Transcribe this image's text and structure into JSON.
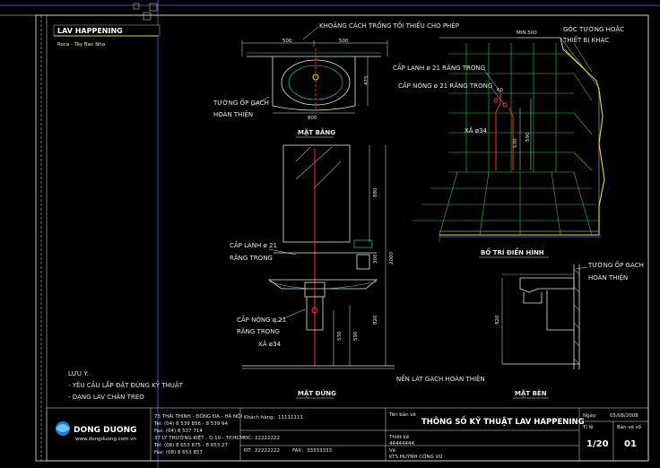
{
  "header": {
    "product_title": "LAV HAPPENING",
    "product_subtitle": "Roca - Tây Ban Nha"
  },
  "plan_view": {
    "dim_left": "500",
    "dim_right": "500",
    "dim_total": "800",
    "dim_depth": "475",
    "label_clearance": "KHOẢNG CÁCH TRỐNG TỐI THIỂU CHO PHÉP",
    "label_wall_line1": "TƯỜNG ỐP GẠCH",
    "label_wall_line2": "HOÀN THIỆN",
    "title": "MẶT BẰNG"
  },
  "front_view": {
    "dim_mirror": "880",
    "dim_300": "300",
    "dim_total": "2000",
    "dim_820": "820",
    "dim_530": "530",
    "dim_590": "590",
    "label_cold_1": "CẤP LẠNH ø 21",
    "label_cold_2": "RĂNG TRONG",
    "label_hot_1": "CẤP NÓNG ø 21",
    "label_hot_2": "RĂNG TRONG",
    "label_drain": "XẢ ø34",
    "label_floor": "NỀN LÁT GẠCH HOÀN THIỆN",
    "title": "MẶT ĐỨNG"
  },
  "iso_view": {
    "label_min": "MIN.500",
    "label_corner_1": "GÓC TƯỜNG HOẶC",
    "label_corner_2": "THIẾT BỊ KHÁC",
    "label_cold": "CẤP LẠNH ø 21 RĂNG TRONG",
    "label_hot": "CẤP NÓNG ø 21 RĂNG TRONG",
    "label_drain": "XẢ ø34",
    "dim_60": "60",
    "dim_530": "530",
    "dim_590": "590",
    "title": "BỐ TRÍ ĐIỂN HÌNH"
  },
  "side_view": {
    "label_wall_1": "TƯỜNG ỐP GẠCH",
    "label_wall_2": "HOÀN THIỆN",
    "dim_820": "820",
    "title": "MẶT BÊN"
  },
  "notes": {
    "heading": "LƯU Ý:",
    "line1": "- YÊU CẦU LẮP ĐẶT ĐÚNG KỸ THUẬT",
    "line2": "- DẠNG LAV CHÂN TREO"
  },
  "title_block": {
    "company": "DONG DUONG",
    "website": "www.dongduong.com.vn",
    "addr_1": "73 THÁI THỊNH - ĐỐNG ĐA - HÀ NỘI",
    "addr_2": "Tel: (04) 8 539 856 - 8 539 94",
    "addr_3": "Fax: (04) 8 537 714",
    "addr_4": "37 LÝ THƯỜNG KIỆT - Q.10 - TP.HCM",
    "addr_5": "Tel: (08) 8 653 875 - 8 653 27",
    "addr_6": "Fax: (08) 8 653 857",
    "customer_label": "Khách hàng:",
    "customer_value": "11111111",
    "dc_label": "ĐC:",
    "dc_value": "22222222",
    "dt_label": "ĐT:",
    "dt_value": "22222222",
    "fax_label": "FAX:",
    "fax_value": "33333333",
    "drawing_name_label": "Tên bản vẽ",
    "drawing_name": "THÔNG SỐ KỸ THUẬT LAV HAPPENING",
    "designer_label": "Thiết kế",
    "designer_value": "44444444",
    "drafter_label": "Vẽ",
    "drafter_value": "KTS.HUỲNH CÔNG VŨ",
    "date_label": "Ngày:",
    "date_value": "05/08/2008",
    "scale_label": "Tỉ lệ",
    "scale_value": "1/20",
    "sheet_label": "Bản vẽ số",
    "sheet_value": "01"
  },
  "colors": {
    "background": "#000000",
    "line_white": "#e6e6e6",
    "pipe_red": "#ff2a2a",
    "wall_yellow": "#e8d83a",
    "cyan": "#32d8d8",
    "green": "#35c835",
    "blue": "#4a6cff",
    "accent_blue": "#1f7fd0"
  }
}
